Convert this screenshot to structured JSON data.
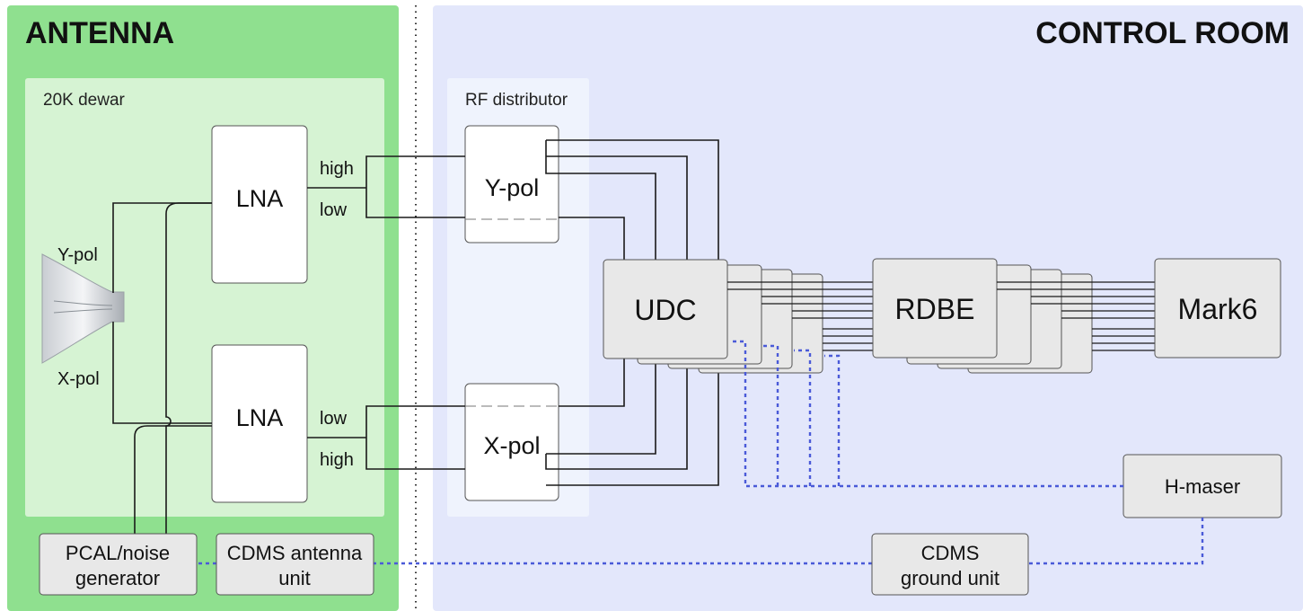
{
  "antenna": {
    "title": "ANTENNA",
    "dewar_label": "20K dewar",
    "ypol_label": "Y-pol",
    "xpol_label": "X-pol",
    "lna_top": "LNA",
    "lna_bottom": "LNA",
    "top_port_high": "high",
    "top_port_low": "low",
    "bottom_port_low": "low",
    "bottom_port_high": "high",
    "pcal_line1": "PCAL/noise",
    "pcal_line2": "generator",
    "cdms_antenna_line1": "CDMS antenna",
    "cdms_antenna_line2": "unit"
  },
  "control_room": {
    "title": "CONTROL ROOM",
    "rf_distributor_label": "RF distributor",
    "ypol_box": "Y-pol",
    "xpol_box": "X-pol",
    "udc": "UDC",
    "rdbe": "RDBE",
    "mark6": "Mark6",
    "hmaser": "H-maser",
    "cdms_ground_line1": "CDMS",
    "cdms_ground_line2": "ground unit"
  },
  "colors": {
    "antenna_bg": "#8fe08f",
    "dewar_bg": "#d6f3d3",
    "control_bg": "#e3e7fb",
    "rf_bg": "#eff3fd",
    "box_gray": "#e8e8e8",
    "clock_line": "#4a5ad8"
  },
  "icons": {
    "feed_horn": "feed-horn-icon"
  }
}
